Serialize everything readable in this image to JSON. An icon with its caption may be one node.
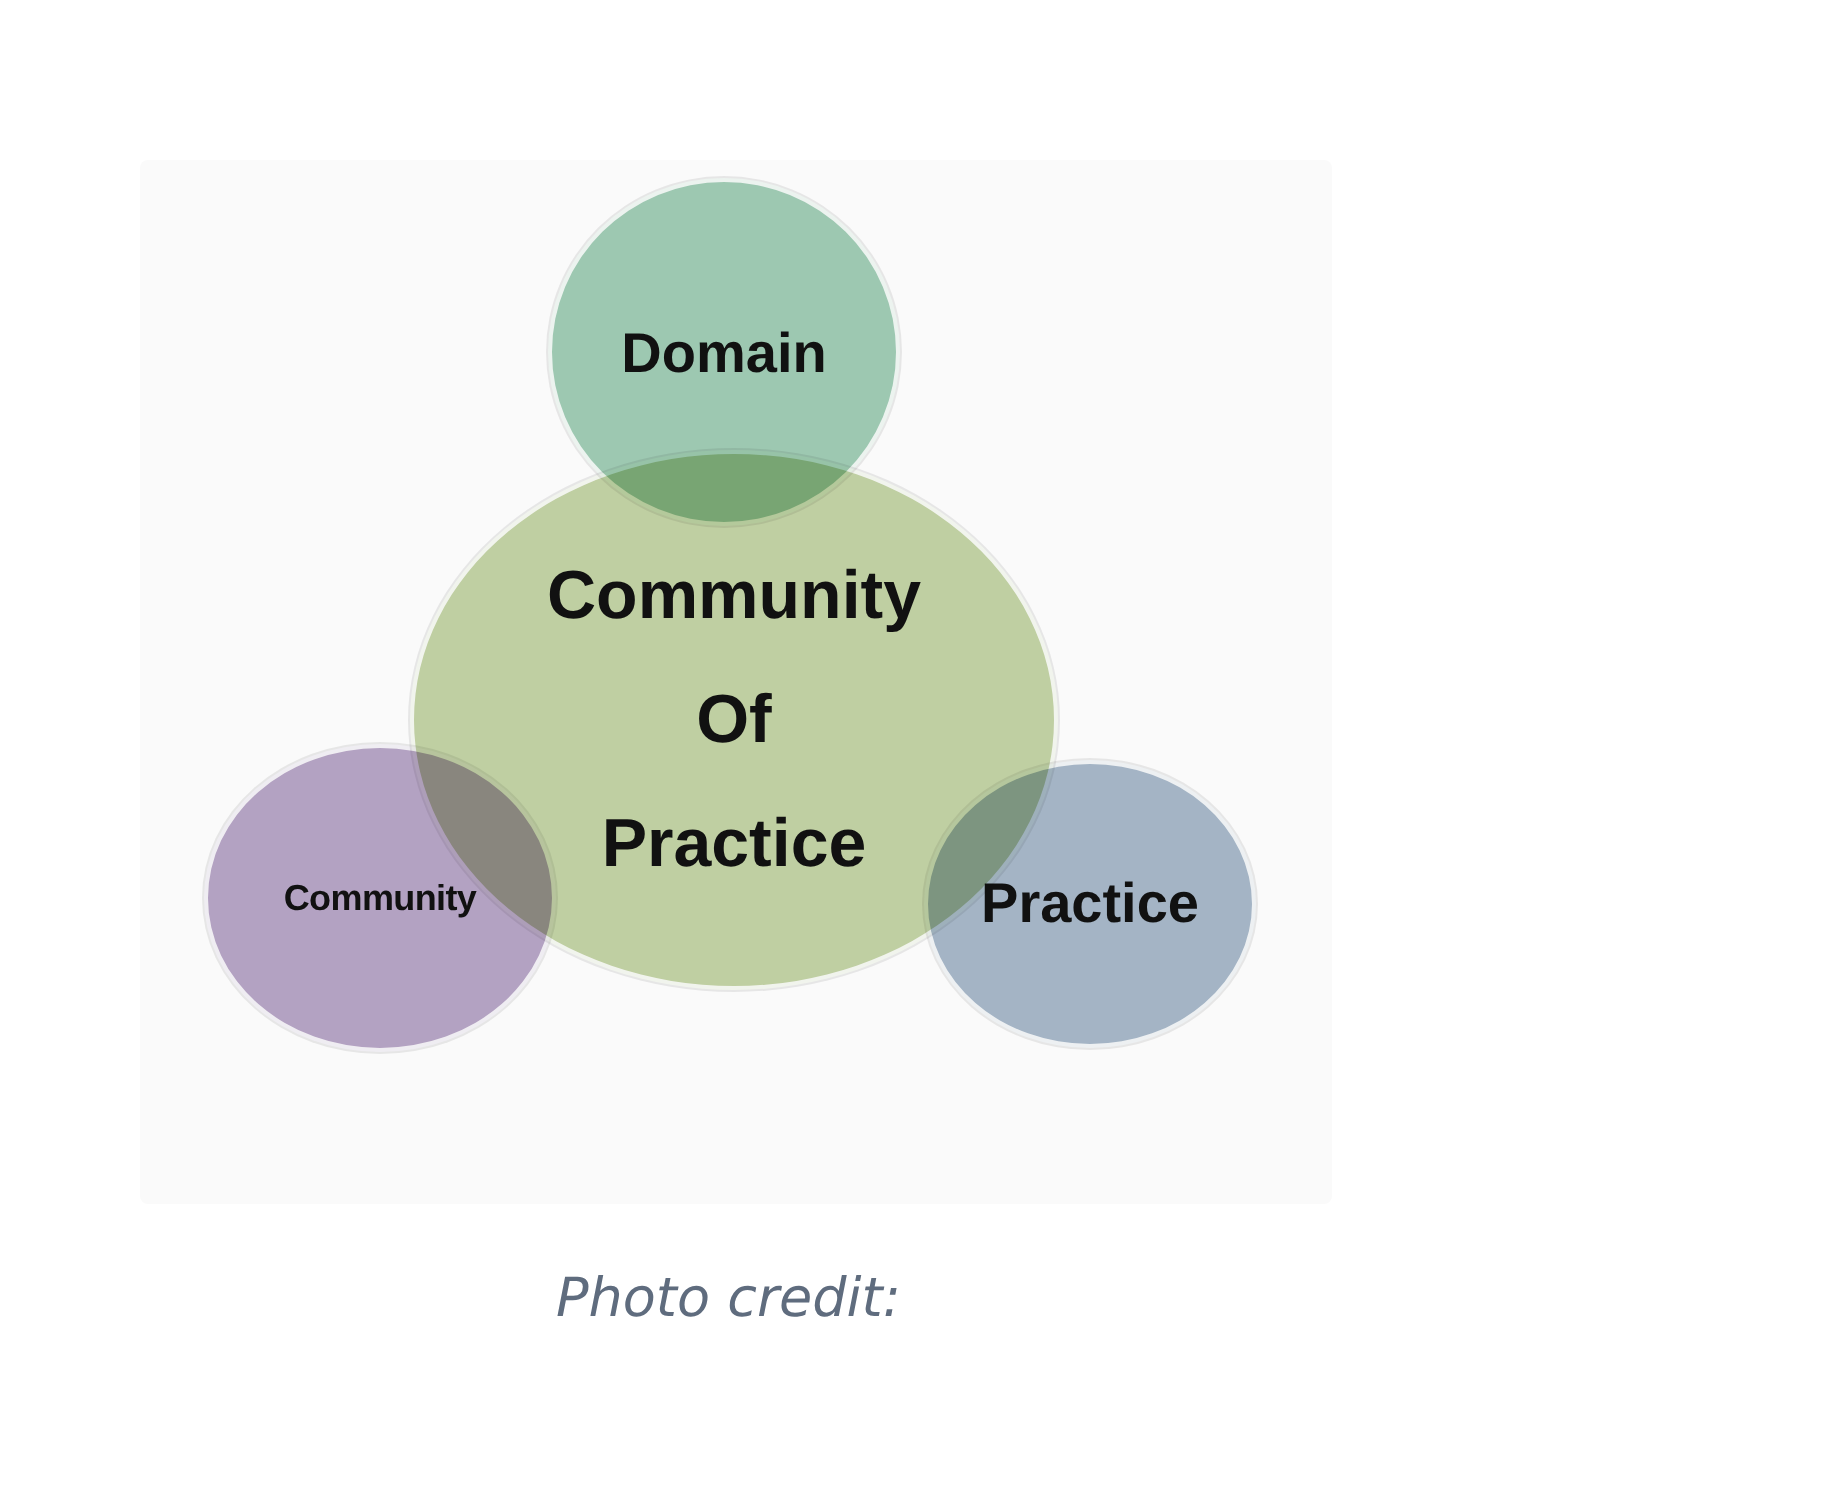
{
  "diagram": {
    "caption": "Photo credit:",
    "nodes": [
      {
        "text": [
          "Domain"
        ]
      },
      {
        "text": [
          "Community Of Practice"
        ]
      },
      {
        "text": [
          "Community"
        ]
      },
      {
        "text": [
          "Practice"
        ]
      }
    ]
  }
}
